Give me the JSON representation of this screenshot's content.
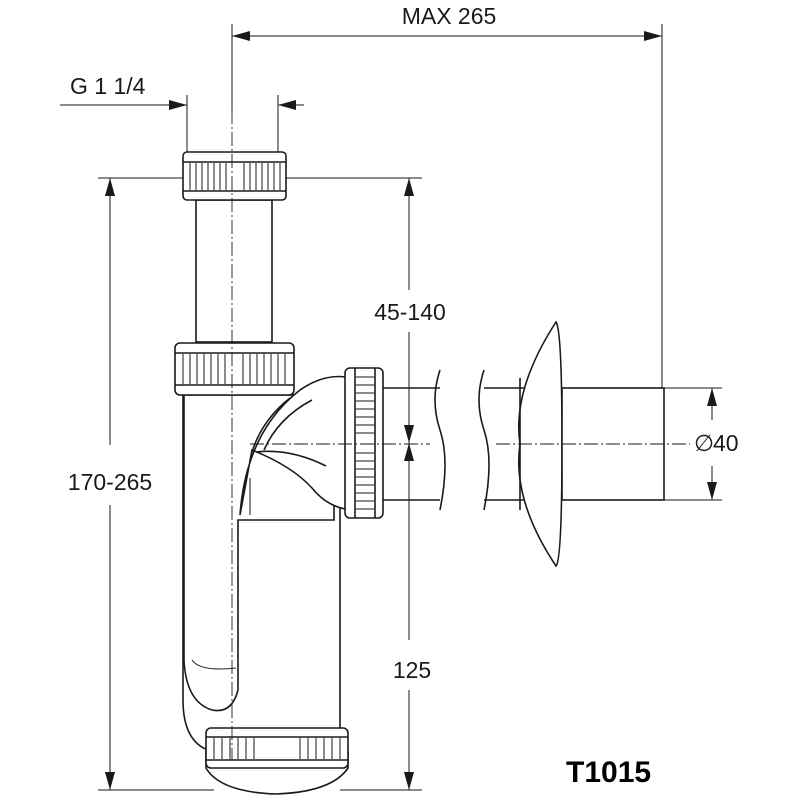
{
  "drawing": {
    "model": "T1015",
    "dimensions": {
      "max_length": "MAX 265",
      "thread": "G 1 1/4",
      "overall_height": "170-265",
      "outlet_height": "45-140",
      "bottom_height": "125",
      "diameter": "40",
      "diameter_symbol": "∅"
    }
  }
}
